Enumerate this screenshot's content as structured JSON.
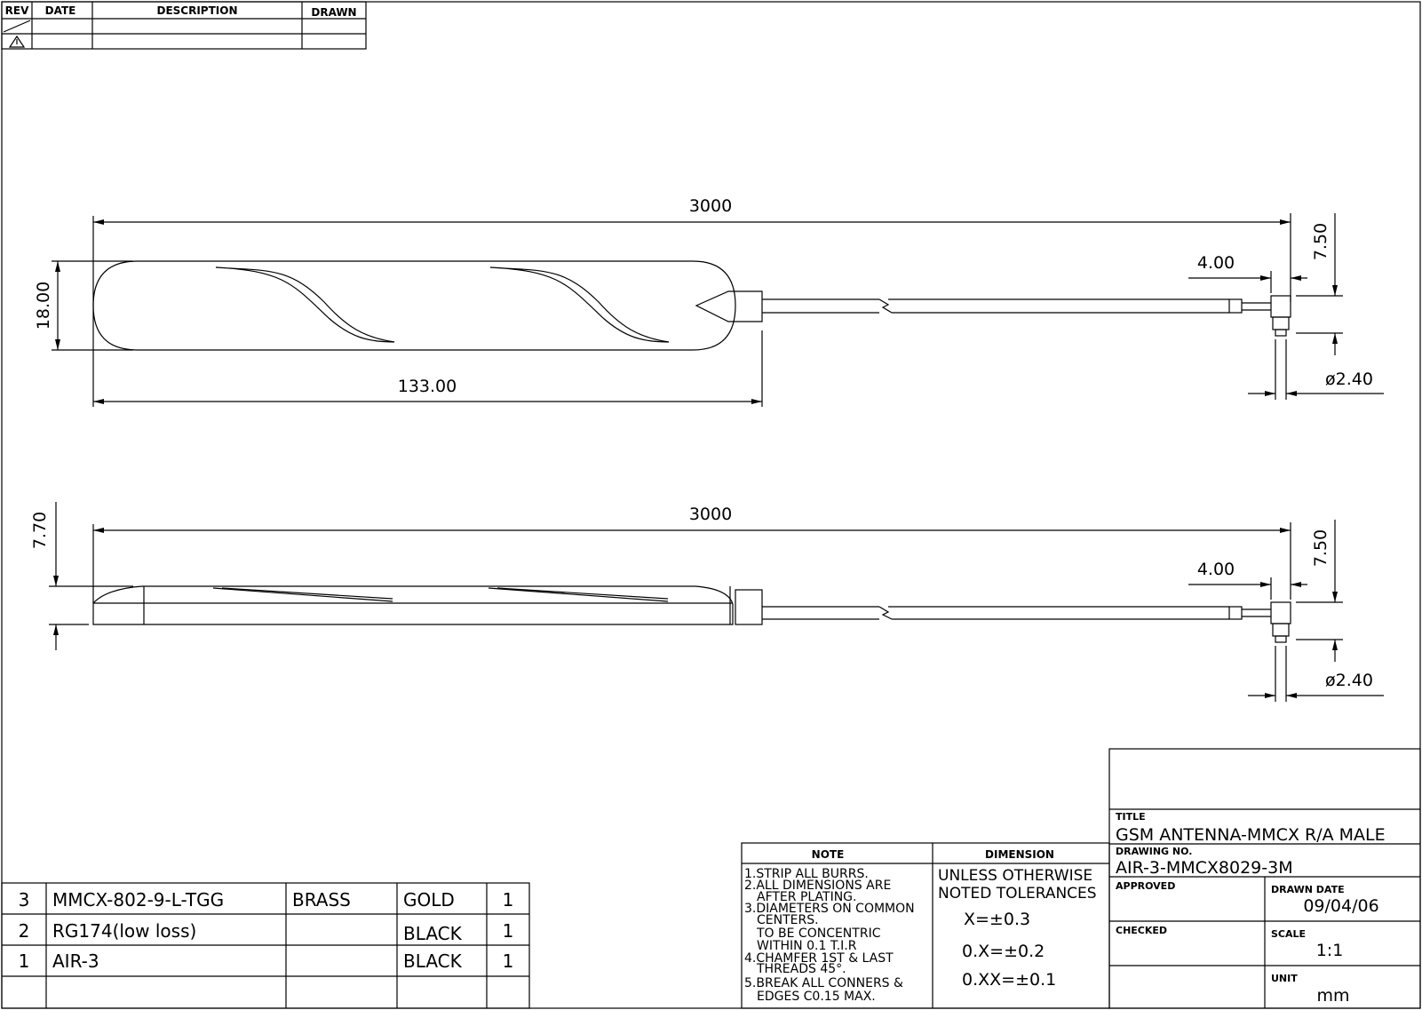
{
  "revision_table": {
    "headers": {
      "rev": "REV",
      "date": "DATE",
      "description": "DESCRIPTION",
      "drawn": "DRAWN"
    }
  },
  "top_view": {
    "overall_length": "3000",
    "body_length": "133.00",
    "body_width": "18.00",
    "connector_offset": "4.00",
    "connector_height": "7.50",
    "connector_diameter": "ø2.40"
  },
  "side_view": {
    "overall_length": "3000",
    "body_thickness": "7.70",
    "connector_offset": "4.00",
    "connector_height": "7.50",
    "connector_diameter": "ø2.40"
  },
  "bom": {
    "rows": [
      {
        "item": "3",
        "part": "MMCX-802-9-L-TGG",
        "material": "BRASS",
        "finish": "GOLD",
        "qty": "1"
      },
      {
        "item": "2",
        "part": "RG174(low loss)",
        "material": "",
        "finish": "BLACK",
        "qty": "1"
      },
      {
        "item": "1",
        "part": "AIR-3",
        "material": "",
        "finish": "BLACK",
        "qty": "1"
      }
    ]
  },
  "notes": {
    "header": "NOTE",
    "lines": [
      "1.STRIP ALL BURRS.",
      "2.ALL DIMENSIONS ARE",
      "AFTER PLATING.",
      "3.DIAMETERS ON COMMON",
      "CENTERS.",
      "TO BE CONCENTRIC",
      "WITHIN 0.1 T.I.R",
      "4.CHAMFER 1ST & LAST",
      "THREADS 45°.",
      "5.BREAK ALL CONNERS &",
      "EDGES C0.15 MAX."
    ]
  },
  "dimension_block": {
    "header": "DIMENSION",
    "line1": "UNLESS OTHERWISE",
    "line2": "NOTED TOLERANCES",
    "tol1": "X=±0.3",
    "tol2": "0.X=±0.2",
    "tol3": "0.XX=±0.1"
  },
  "title_block": {
    "title_label": "TITLE",
    "title": "GSM ANTENNA-MMCX R/A MALE",
    "drawing_no_label": "DRAWING NO.",
    "drawing_no": "AIR-3-MMCX8029-3M",
    "approved_label": "APPROVED",
    "drawn_date_label": "DRAWN DATE",
    "drawn_date": "09/04/06",
    "checked_label": "CHECKED",
    "scale_label": "SCALE",
    "scale": "1:1",
    "unit_label": "UNIT",
    "unit": "mm"
  },
  "colors": {
    "line": "#000000",
    "background": "#ffffff"
  }
}
